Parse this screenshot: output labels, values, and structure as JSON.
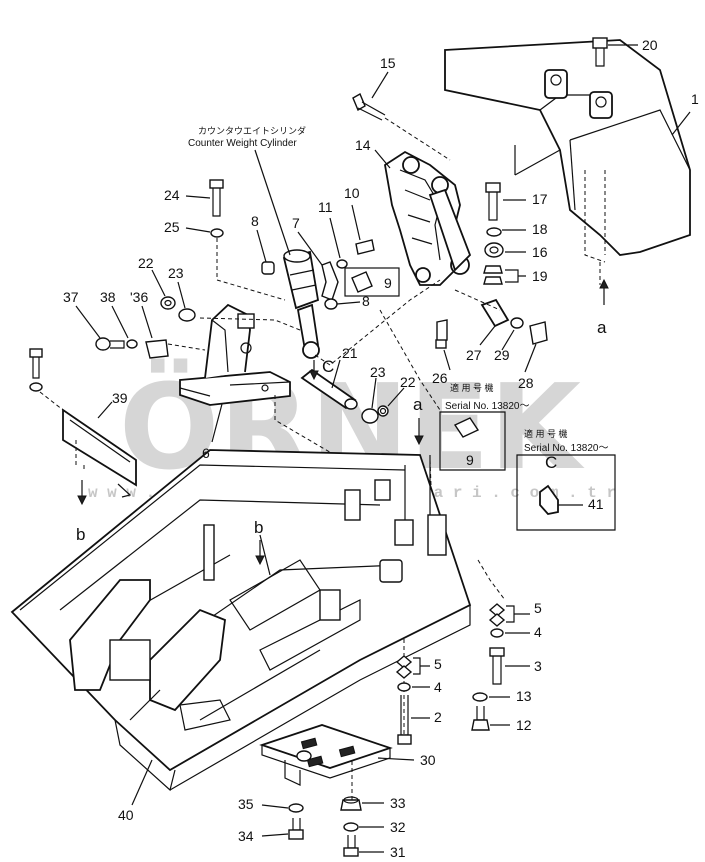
{
  "watermark": {
    "brand": "ÖRNEK",
    "url": "w w w . o r n e k i s m a k i n a l a r i . c o m . t r",
    "color": "#c9c9c9"
  },
  "caption": {
    "japanese": "カウンタウエイトシリンダ",
    "english": "Counter Weight Cylinder"
  },
  "serial_box_main": {
    "japanese": "適 用 号 機",
    "serial": "Serial No. 13820～",
    "part": "9"
  },
  "serial_box_c": {
    "japanese": "適 用 号 機",
    "serial": "Serial No. 13820～",
    "part": "41"
  },
  "letters": {
    "a": "a",
    "b": "b",
    "c": "C"
  },
  "part_numbers": {
    "p1": "1",
    "p2": "2",
    "p3": "3",
    "p4a": "4",
    "p4b": "4",
    "p5a": "5",
    "p5b": "5",
    "p6": "6",
    "p7": "7",
    "p8a": "8",
    "p8b": "8",
    "p9": "9",
    "p10": "10",
    "p11": "11",
    "p12": "12",
    "p13": "13",
    "p14": "14",
    "p15": "15",
    "p16": "16",
    "p17": "17",
    "p18": "18",
    "p19": "19",
    "p20": "20",
    "p21": "21",
    "p22a": "22",
    "p22b": "22",
    "p23a": "23",
    "p23b": "23",
    "p24": "24",
    "p25": "25",
    "p26": "26",
    "p27": "27",
    "p28": "28",
    "p29": "29",
    "p30": "30",
    "p31": "31",
    "p32": "32",
    "p33": "33",
    "p34": "34",
    "p35": "35",
    "p36": "'36",
    "p37": "37",
    "p38": "38",
    "p39": "39",
    "p40": "40"
  }
}
